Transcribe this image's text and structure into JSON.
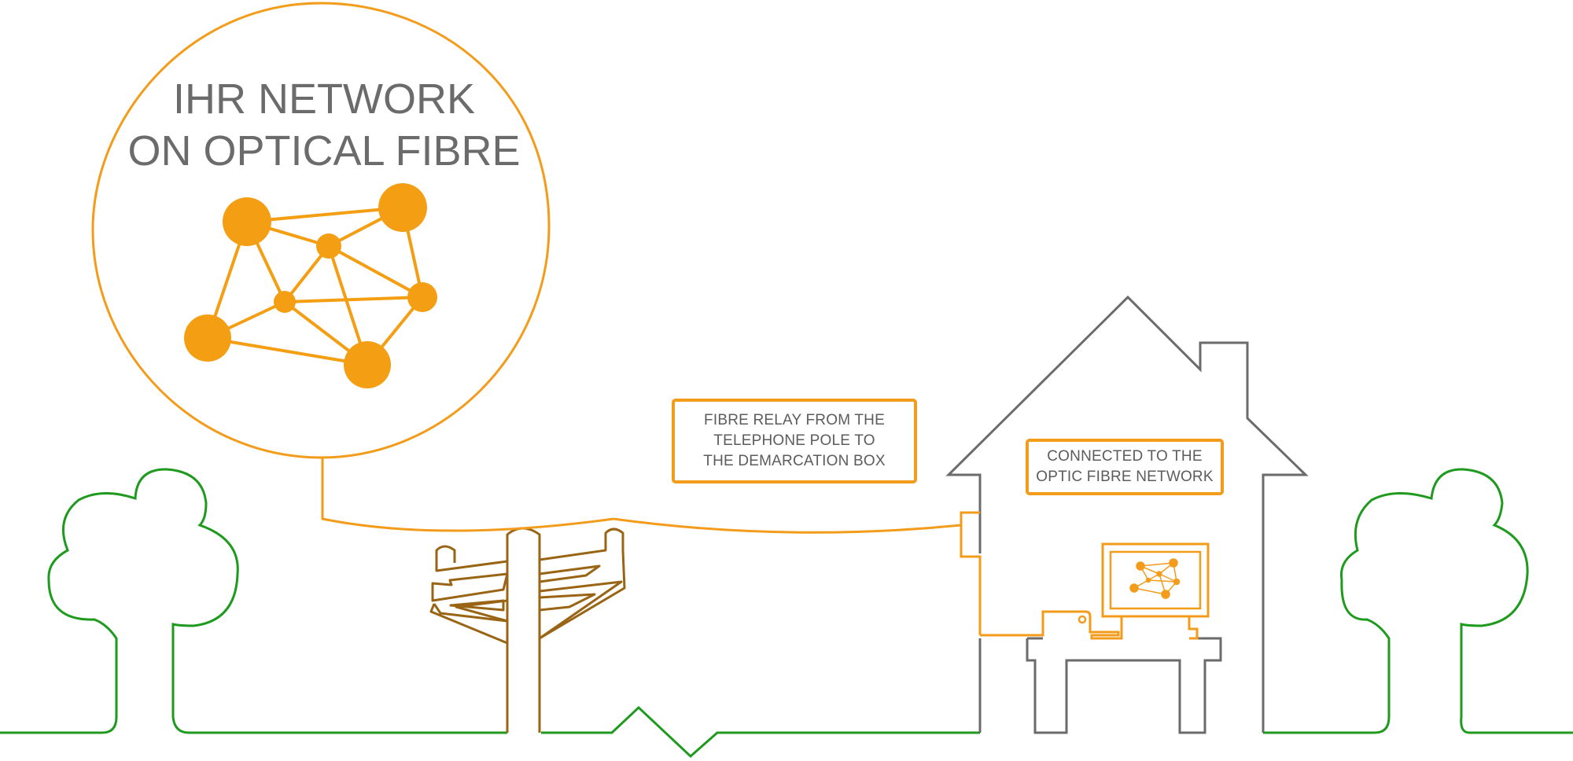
{
  "colors": {
    "orange": "#f39c1b",
    "node": "#f49e14",
    "green": "#1e9a1e",
    "brown": "#996515",
    "grey": "#6b6b6b",
    "text": "#5c5c5c"
  },
  "network": {
    "title_line1": "IHR NETWORK",
    "title_line2": "ON OPTICAL FIBRE"
  },
  "relay_callout": {
    "line1": "FIBRE RELAY FROM THE",
    "line2": "TELEPHONE POLE TO",
    "line3": "THE DEMARCATION BOX"
  },
  "house_callout": {
    "line1": "CONNECTED TO THE",
    "line2": "OPTIC FIBRE NETWORK"
  },
  "icons": [
    "network-graph-icon",
    "tree-icon",
    "telephone-pole-icon",
    "house-icon",
    "desk-icon",
    "computer-monitor-icon"
  ]
}
